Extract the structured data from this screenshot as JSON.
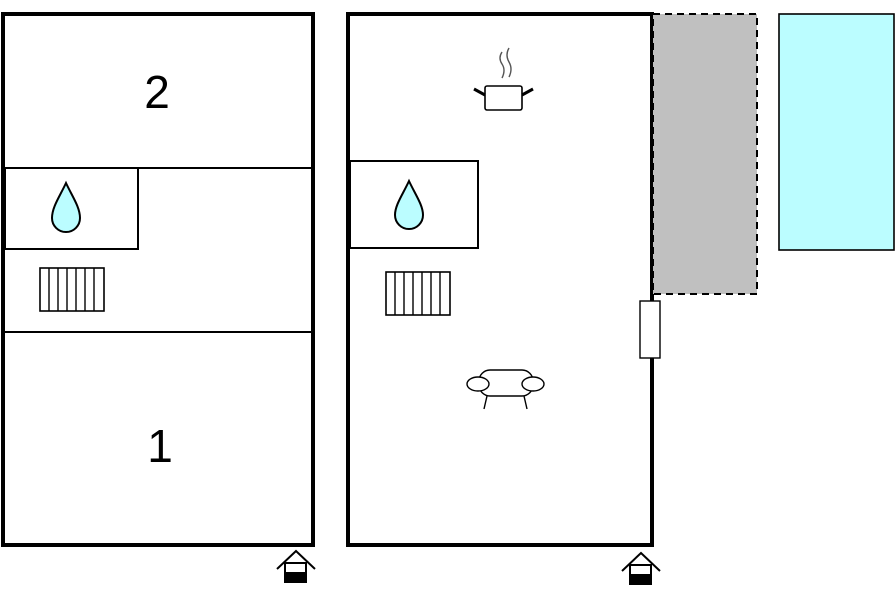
{
  "floors": [
    {
      "rooms": [
        {
          "kind": "bedroom",
          "label": "2"
        },
        {
          "kind": "bathroom",
          "icon": "water-drop-icon"
        },
        {
          "kind": "heating",
          "icon": "radiator-icon"
        },
        {
          "kind": "bedroom",
          "label": "1"
        }
      ],
      "entrance_icon": "entrance-house-icon"
    },
    {
      "rooms": [
        {
          "kind": "kitchen",
          "icon": "cooking-pot-icon"
        },
        {
          "kind": "bathroom",
          "icon": "water-drop-icon"
        },
        {
          "kind": "heating",
          "icon": "radiator-icon"
        },
        {
          "kind": "living",
          "icon": "sofa-icon"
        }
      ],
      "entrance_icon": "entrance-house-icon"
    }
  ],
  "outdoor": {
    "terrace": {
      "kind": "terrace",
      "color": "#c0c0c0"
    },
    "pool": {
      "kind": "pool",
      "color": "#bbfdff"
    }
  },
  "colors": {
    "wall": "#000000",
    "water": "#bbfdff",
    "background": "#ffffff"
  }
}
